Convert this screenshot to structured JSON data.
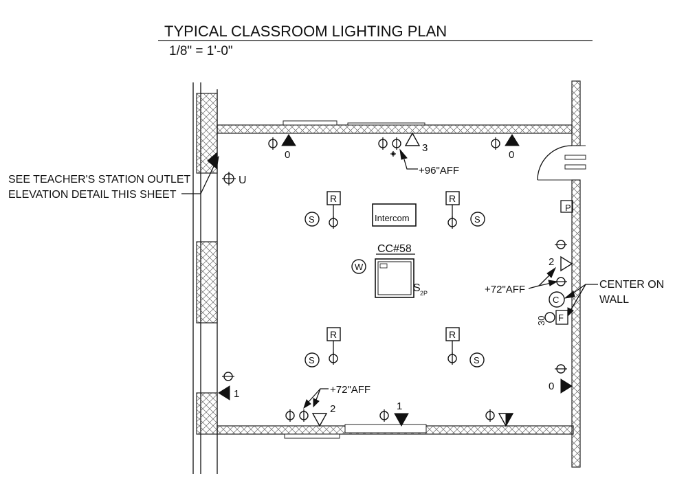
{
  "title": "TYPICAL CLASSROOM LIGHTING PLAN",
  "scale": "1/8\" = 1'-0\"",
  "annotations": {
    "teacher_station_line1": "SEE TEACHER'S STATION OUTLET",
    "teacher_station_line2": "ELEVATION DETAIL THIS SHEET",
    "center_on_wall_line1": "CENTER ON",
    "center_on_wall_line2": "WALL",
    "aff_96": "+96\"AFF",
    "aff_72_right": "+72\"AFF",
    "aff_72_bottom": "+72\"AFF"
  },
  "labels": {
    "intercom": "Intercom",
    "cc": "CC#58",
    "s_main": "S",
    "s_sub": "2P",
    "u": "U",
    "w": "W",
    "c": "C",
    "f": "F",
    "p": "P",
    "r": "R",
    "s": "S",
    "n30": "30"
  },
  "counts": {
    "top_left": "0",
    "top_mid": "3",
    "top_right": "0",
    "left_lower": "1",
    "right_mid": "2",
    "right_lower": "0",
    "bottom_left": "2",
    "bottom_mid": "1"
  }
}
